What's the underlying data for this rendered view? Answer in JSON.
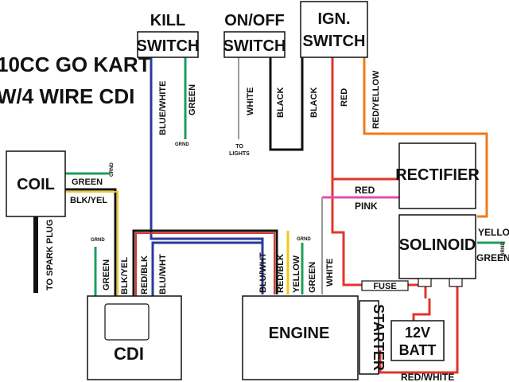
{
  "title": {
    "line1": "10CC GO KART",
    "line2": "W/4 WIRE CDI"
  },
  "components": {
    "kill_switch_top": "KILL",
    "kill_switch_bottom": "SWITCH",
    "onoff_switch_top": "ON/OFF",
    "onoff_switch_bottom": "SWITCH",
    "ign_switch_top": "IGN.",
    "ign_switch_bottom": "SWITCH",
    "coil": "COIL",
    "cdi": "CDI",
    "engine": "ENGINE",
    "starter": "STARTER",
    "rectifier": "RECTIFIER",
    "solenoid": "SOLINOID",
    "battery_top": "12V",
    "battery_bottom": "BATT",
    "fuse": "FUSE"
  },
  "wire_labels": {
    "blue_white": "BLUE/WHITE",
    "green": "GREEN",
    "grnd": "GRND",
    "white": "WHITE",
    "to_lights_1": "TO",
    "to_lights_2": "LIGHTS",
    "black": "BLACK",
    "red": "RED",
    "red_yellow": "RED/YELLOW",
    "blk_yel": "BLK/YEL",
    "to_spark_plug": "TO SPARK PLUG",
    "red_blk": "RED/BLK",
    "blu_wht": "BLU/WHT",
    "yellow": "YELLOW",
    "pink": "PINK",
    "red_white": "RED/WHITE"
  },
  "wire_colors": {
    "blue": "#2b3a9e",
    "green": "#1f9e5a",
    "red": "#e0362b",
    "orange": "#f07a1a",
    "yellow": "#f2c81a",
    "black": "#111111",
    "pink": "#e04fb0",
    "gray": "#9a9a9a"
  }
}
